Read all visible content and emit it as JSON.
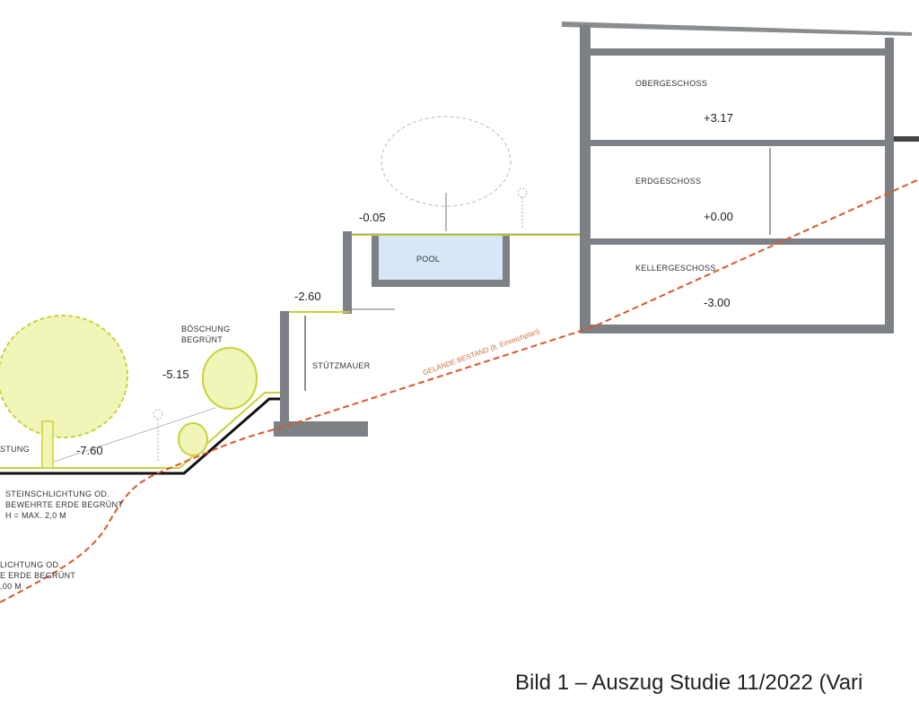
{
  "drawing": {
    "levels": {
      "obergeschoss": "+3.17",
      "erdgeschoss": "+0.00",
      "kellergeschoss": "-3.00",
      "pool_terrace": "-0.05",
      "wall_top": "-2.60",
      "slope_top": "-5.15",
      "garden": "-7.60"
    },
    "labels": {
      "obergeschoss": "OBERGESCHOSS",
      "erdgeschoss": "ERDGESCHOSS",
      "kellergeschoss": "KELLERGESCHOSS",
      "pool": "POOL",
      "boeschung": "BÖSCHUNG\nBEGRÜNT",
      "stuetzmauer": "STÜTZMAUER",
      "steinschlichtung": "STEINSCHLICHTUNG OD.\nBEWEHRTE ERDE BEGRÜNT\nH = MAX. 2,0 M",
      "steinschlichtung_cut": "LICHTUNG OD.\nE ERDE BEGRÜNT\n,00 M",
      "left_cut": "STUNG",
      "gelaende": "GELÄNDE BESTAND (lt. Einreichplan)"
    },
    "colors": {
      "walls": "#7d8084",
      "vegetation": "#c9d23a",
      "existing_terrain": "#d9572b",
      "pool_water": "#cfe3f7"
    }
  },
  "caption": "Bild 1 – Auszug Studie 11/2022 (Vari"
}
